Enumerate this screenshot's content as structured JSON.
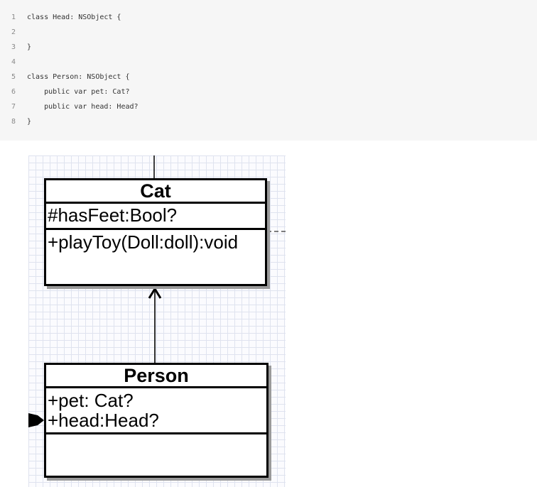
{
  "code": {
    "lines": [
      {
        "num": "1",
        "text": "class Head: NSObject {"
      },
      {
        "num": "2",
        "text": ""
      },
      {
        "num": "3",
        "text": "}"
      },
      {
        "num": "4",
        "text": ""
      },
      {
        "num": "5",
        "text": "class Person: NSObject {"
      },
      {
        "num": "6",
        "text": "    public var pet: Cat?"
      },
      {
        "num": "7",
        "text": "    public var head: Head?"
      },
      {
        "num": "8",
        "text": "}"
      }
    ]
  },
  "diagram": {
    "cat": {
      "name": "Cat",
      "attributes": [
        "#hasFeet:Bool?"
      ],
      "methods": [
        "+playToy(Doll:doll):void"
      ]
    },
    "person": {
      "name": "Person",
      "attributes": [
        "+pet: Cat?",
        "+head:Head?"
      ],
      "methods": []
    }
  }
}
